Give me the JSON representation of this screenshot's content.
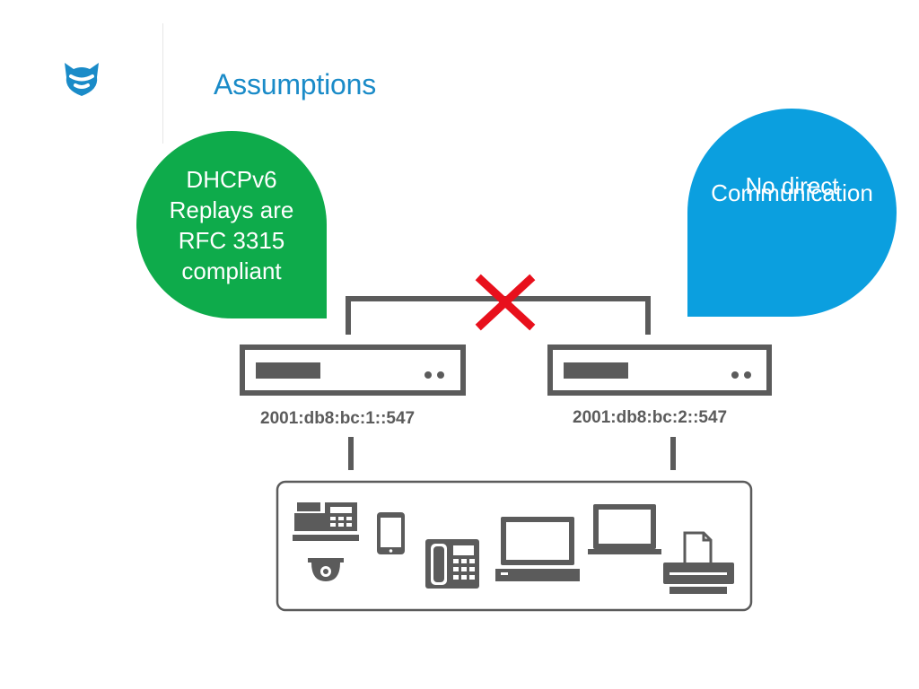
{
  "slide": {
    "title": "Assumptions"
  },
  "callouts": {
    "left": {
      "lines": [
        "DHCPv6",
        "Replays are",
        "RFC 3315",
        "compliant"
      ],
      "color": "#0eab4b"
    },
    "right": {
      "lines": [
        "No direct",
        "Communication"
      ],
      "color": "#0b9fdf"
    }
  },
  "servers": {
    "left": {
      "address": "2001:db8:bc:1::547"
    },
    "right": {
      "address": "2001:db8:bc:2::547"
    }
  },
  "link": {
    "blocked_icon": "red-x-icon",
    "blocked_color": "#e8101c"
  },
  "client_devices": {
    "icons": [
      "pos-terminal-icon",
      "security-camera-icon",
      "smartphone-icon",
      "desk-phone-icon",
      "desktop-computer-icon",
      "laptop-icon",
      "printer-icon"
    ]
  },
  "theme": {
    "accent": "#1a8bc8",
    "device_gray": "#5b5b5b"
  }
}
